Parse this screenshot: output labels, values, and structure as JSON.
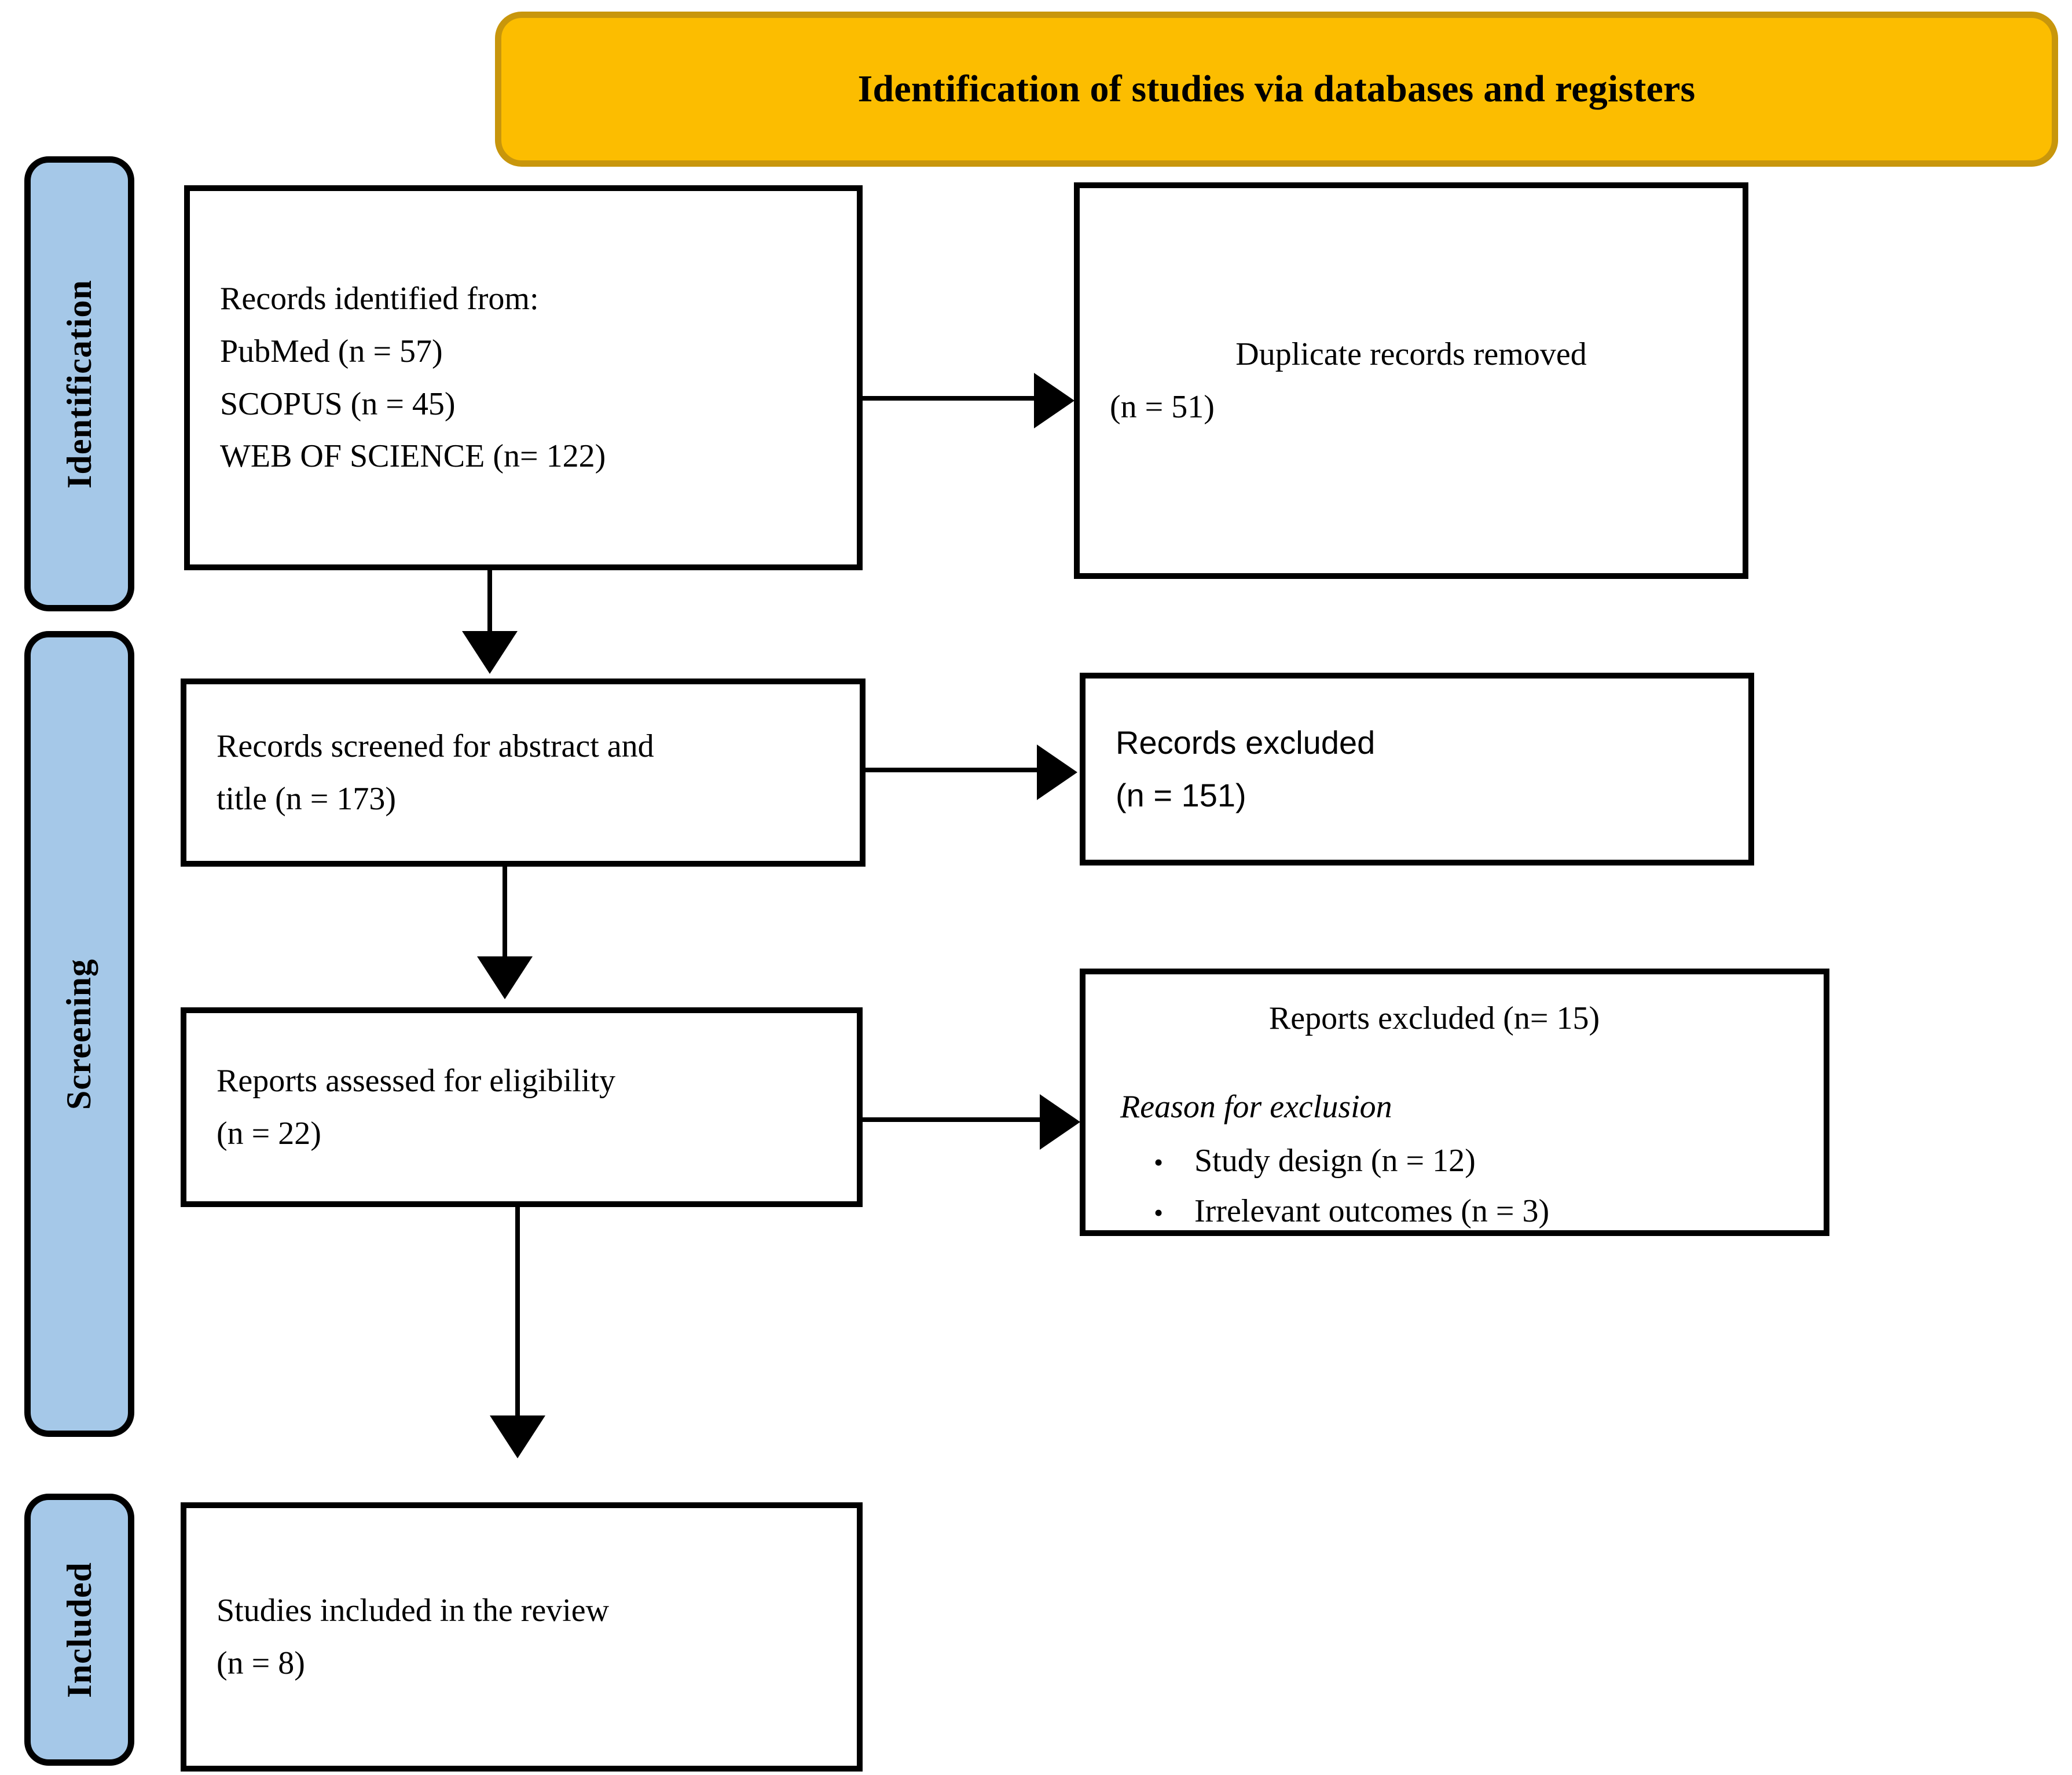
{
  "banner": {
    "title": "Identification of studies via databases and registers"
  },
  "stages": [
    {
      "id": "identification",
      "label": "Identification"
    },
    {
      "id": "screening",
      "label": "Screening"
    },
    {
      "id": "included",
      "label": "Included"
    }
  ],
  "boxes": {
    "records_identified": {
      "line1": "Records identified from:",
      "line2": "PubMed (n = 57)",
      "line3": "SCOPUS (n = 45)",
      "line4": "WEB OF SCIENCE (n= 122)"
    },
    "duplicates_removed": {
      "line1": "Duplicate records removed",
      "line2": "(n = 51)"
    },
    "records_screened": {
      "line1": "Records screened for abstract and",
      "line2": "title (n = 173)"
    },
    "records_excluded": {
      "line1": "Records excluded",
      "line2": "(n = 151)"
    },
    "reports_assessed": {
      "line1": "Reports assessed for eligibility",
      "line2": "(n = 22)"
    },
    "reports_excluded": {
      "heading": "Reports excluded (n= 15)",
      "reason_label": "Reason for exclusion",
      "reasons": [
        {
          "bullet": "•",
          "text": "Study design (n = 12)"
        },
        {
          "bullet": "•",
          "text": "Irrelevant outcomes (n = 3)"
        }
      ]
    },
    "studies_included": {
      "line1": "Studies included in the review",
      "line2": "(n = 8)"
    }
  },
  "colors": {
    "banner_fill": "#FCBD00",
    "banner_border": "#C8960C",
    "stage_fill": "#A5C8E8",
    "box_border": "#000000",
    "box_fill": "#FFFFFF"
  }
}
